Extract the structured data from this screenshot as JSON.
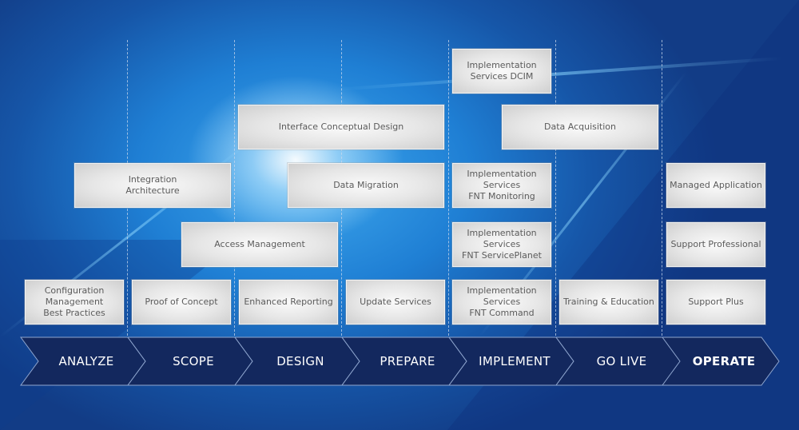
{
  "diagram": {
    "type": "process-roadmap",
    "phases": [
      {
        "label": "ANALYZE",
        "bold": false
      },
      {
        "label": "SCOPE",
        "bold": false
      },
      {
        "label": "DESIGN",
        "bold": false
      },
      {
        "label": "PREPARE",
        "bold": false
      },
      {
        "label": "IMPLEMENT",
        "bold": false
      },
      {
        "label": "GO LIVE",
        "bold": false
      },
      {
        "label": "OPERATE",
        "bold": true
      }
    ],
    "boxes": {
      "impl_dcim": "Implementation\nServices DCIM",
      "interface_design": "Interface Conceptual Design",
      "data_acquisition": "Data Acquisition",
      "integration_architecture": "Integration\nArchitecture",
      "data_migration": "Data Migration",
      "impl_monitoring": "Implementation\nServices\nFNT Monitoring",
      "managed_application": "Managed Application",
      "access_management": "Access Management",
      "impl_serviceplanet": "Implementation\nServices\nFNT ServicePlanet",
      "support_professional": "Support Professional",
      "config_mgmt": "Configuration\nManagement\nBest Practices",
      "proof_of_concept": "Proof of Concept",
      "enhanced_reporting": "Enhanced Reporting",
      "update_services": "Update Services",
      "impl_command": "Implementation\nServices\nFNT Command",
      "training_education": "Training & Education",
      "support_plus": "Support Plus"
    }
  },
  "colors": {
    "chevron_fill": "#13285e",
    "chevron_stroke": "#8fa6cf",
    "box_text": "#5b5b5b",
    "background_blue": "#1f7fd4"
  }
}
